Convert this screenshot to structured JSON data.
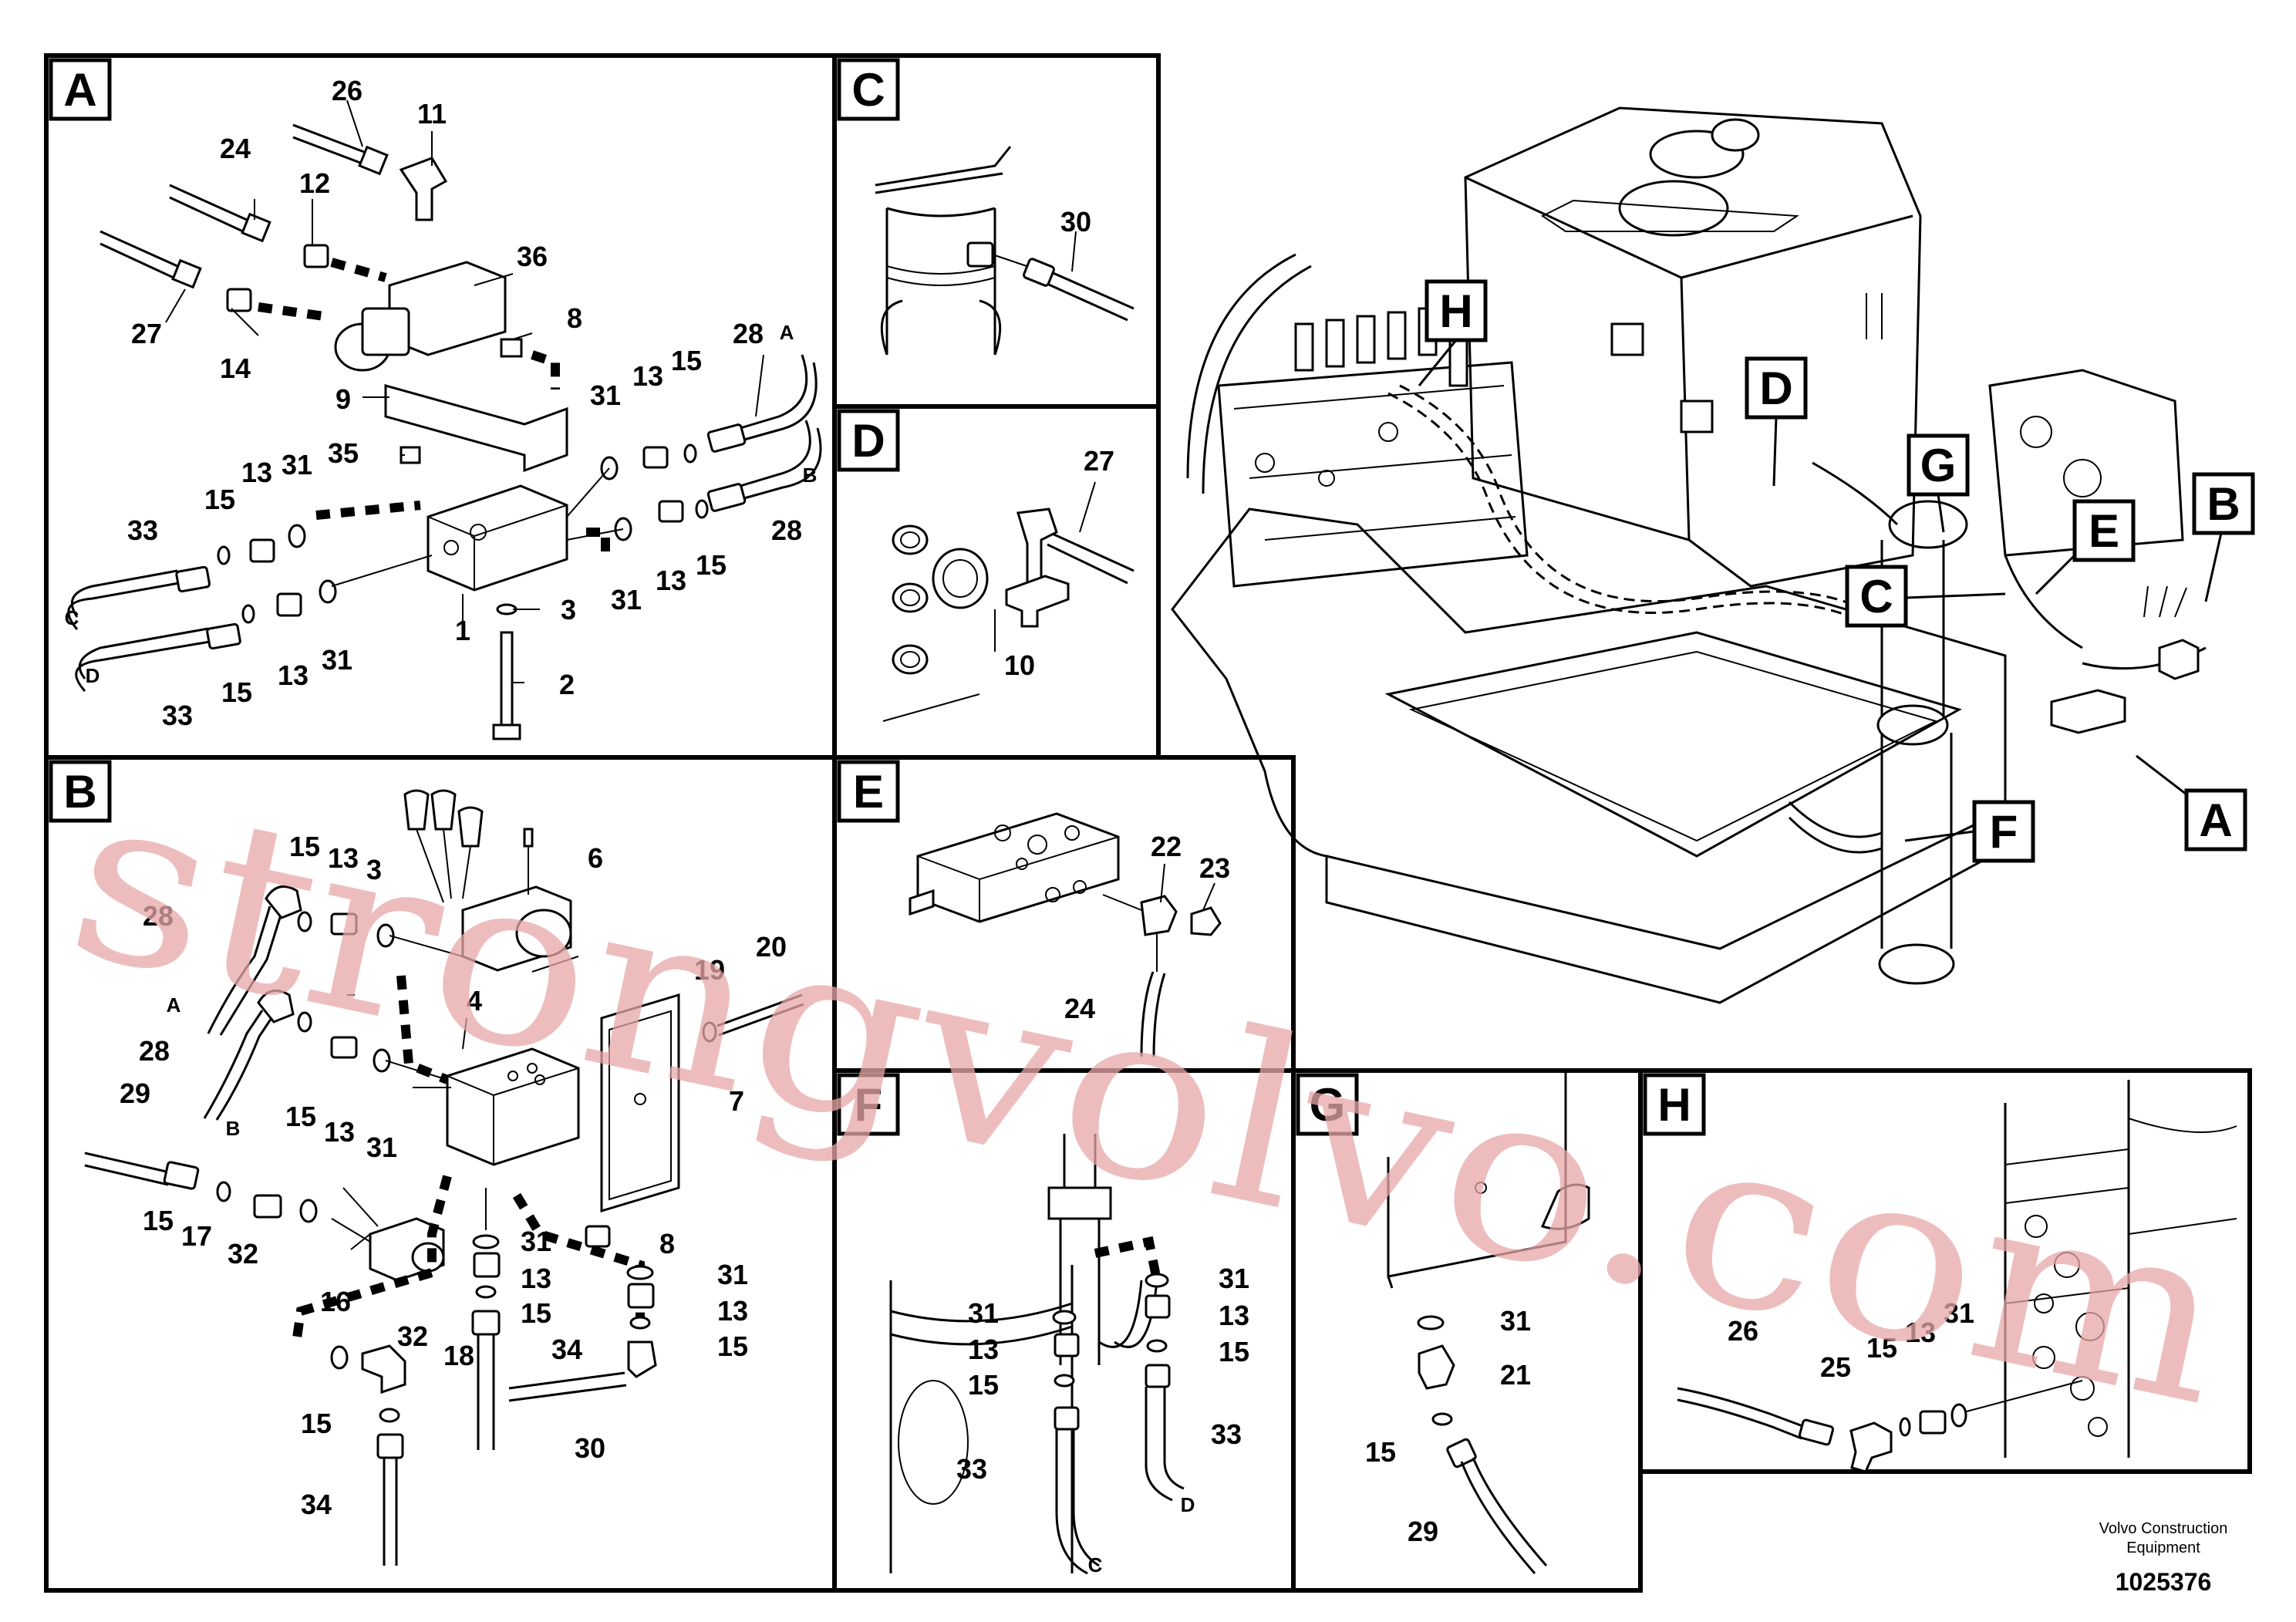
{
  "sections": {
    "A": "A",
    "B": "B",
    "C": "C",
    "D": "D",
    "E": "E",
    "F": "F",
    "G": "G",
    "H": "H"
  },
  "overview_markers": {
    "H": "H",
    "D": "D",
    "G": "G",
    "E": "E",
    "B": "B",
    "C": "C",
    "A": "A",
    "F": "F"
  },
  "parts": {
    "A": [
      "26",
      "11",
      "24",
      "12",
      "36",
      "27",
      "14",
      "8",
      "9",
      "28",
      "35",
      "31",
      "13",
      "15",
      "33",
      "15",
      "13",
      "31",
      "1",
      "3",
      "31",
      "13",
      "15",
      "28",
      "15",
      "13",
      "31",
      "2",
      "33"
    ],
    "C": [
      "30"
    ],
    "D": [
      "27",
      "10"
    ],
    "B": [
      "15",
      "13",
      "3",
      "6",
      "28",
      "4",
      "19",
      "20",
      "28",
      "15",
      "13",
      "31",
      "29",
      "7",
      "15",
      "17",
      "32",
      "8",
      "16",
      "32",
      "18",
      "31",
      "13",
      "15",
      "31",
      "13",
      "15",
      "15",
      "34",
      "34",
      "30"
    ],
    "E": [
      "22",
      "23",
      "24"
    ],
    "F": [
      "31",
      "13",
      "15",
      "31",
      "13",
      "15",
      "33",
      "33"
    ],
    "G": [
      "31",
      "21",
      "15",
      "29"
    ],
    "H": [
      "26",
      "25",
      "15",
      "13",
      "31"
    ]
  },
  "line_tags": {
    "A": [
      "A",
      "B",
      "C",
      "D"
    ],
    "B": [
      "A",
      "B"
    ],
    "F": [
      "C",
      "D"
    ]
  },
  "watermark": "strongvolvo.com",
  "footer": {
    "company_line1": "Volvo Construction",
    "company_line2": "Equipment",
    "number": "1025376"
  }
}
